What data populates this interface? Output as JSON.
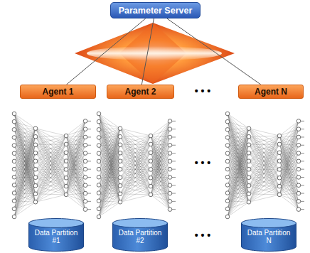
{
  "diagram": {
    "nodes": [
      {
        "text": [
          "Parameter Server"
        ]
      },
      {
        "text": [
          "Agent 1"
        ]
      },
      {
        "text": [
          "Agent 2"
        ]
      },
      {
        "text": [
          "Agent N"
        ]
      },
      {
        "text": [
          "Data Partition #1"
        ]
      },
      {
        "text": [
          "Data Partition #2"
        ]
      },
      {
        "text": [
          "Data Partition N"
        ]
      }
    ],
    "edges": [
      {
        "from": 0,
        "to": 1,
        "arrow": "none"
      },
      {
        "from": 0,
        "to": 2,
        "arrow": "none"
      },
      {
        "from": 0,
        "to": 3,
        "arrow": "none"
      }
    ],
    "labels": [
      "• • •",
      "• • •",
      "• • •"
    ]
  }
}
